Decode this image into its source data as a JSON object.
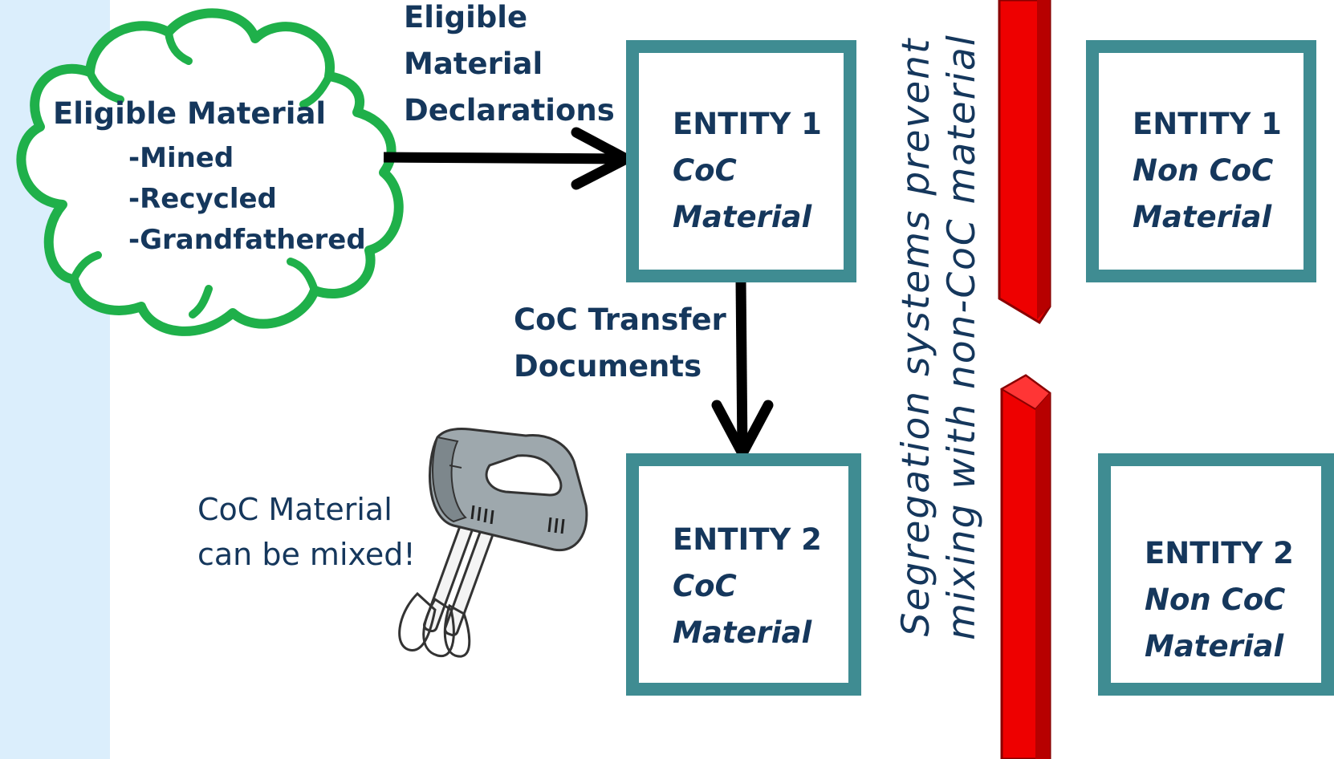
{
  "cloud": {
    "title": "Eligible  Material",
    "items": [
      "-Mined",
      "-Recycled",
      "-Grandfathered"
    ]
  },
  "declarations": [
    "Eligible",
    "Material",
    "Declarations"
  ],
  "transfer": [
    "CoC Transfer",
    "Documents"
  ],
  "mixer_note": [
    "CoC Material",
    "can be mixed!"
  ],
  "segregation": [
    "Segregation systems prevent",
    "mixing with non-CoC material"
  ],
  "entities": {
    "e1_coc": [
      "ENTITY 1",
      "CoC",
      "Material"
    ],
    "e2_coc": [
      "ENTITY 2",
      "CoC",
      "Material"
    ],
    "e1_non": [
      "ENTITY 1",
      "Non CoC",
      "Material"
    ],
    "e2_non": [
      "ENTITY 2",
      "Non CoC",
      "Material"
    ]
  },
  "colors": {
    "box_border": "#3f8c92",
    "cloud_outline": "#1fb04a",
    "barrier_red": "#ee0000",
    "text": "#15375c",
    "side_strip": "#dbeefc"
  },
  "icons": [
    "cloud-shape",
    "hand-mixer-icon",
    "red-barrier"
  ]
}
